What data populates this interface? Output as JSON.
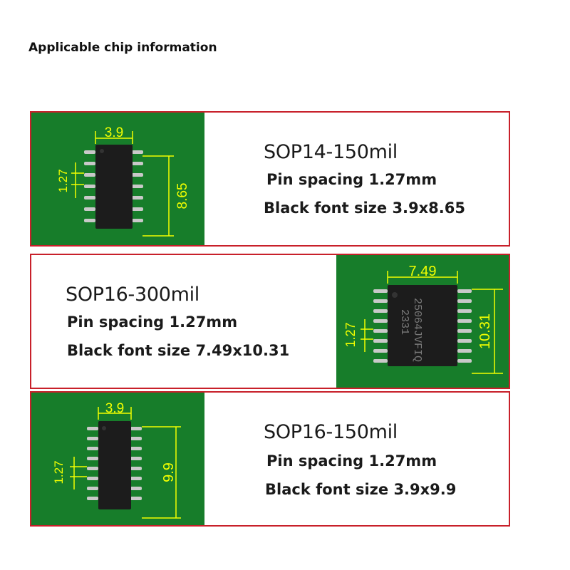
{
  "page_title": "Applicable chip information",
  "panels": [
    {
      "package": "SOP14-150mil",
      "pin_spacing": "Pin spacing 1.27mm",
      "font_size": "Black font size 3.9x8.65",
      "dims": {
        "width": "3.9",
        "pitch": "1.27",
        "length": "8.65"
      }
    },
    {
      "package": "SOP16-300mil",
      "pin_spacing": "Pin spacing 1.27mm",
      "font_size": "Black font size 7.49x10.31",
      "dims": {
        "width": "7.49",
        "pitch": "1.27",
        "length": "10.31"
      },
      "chip_marking": [
        "25064JVFIQ",
        "2331"
      ]
    },
    {
      "package": "SOP16-150mil",
      "pin_spacing": "Pin spacing 1.27mm",
      "font_size": "Black font size 3.9x9.9",
      "dims": {
        "width": "3.9",
        "pitch": "1.27",
        "length": "9.9"
      }
    }
  ],
  "colors": {
    "border": "#c8202a",
    "pcb": "#177d2a",
    "dimension": "#f2ff00"
  }
}
